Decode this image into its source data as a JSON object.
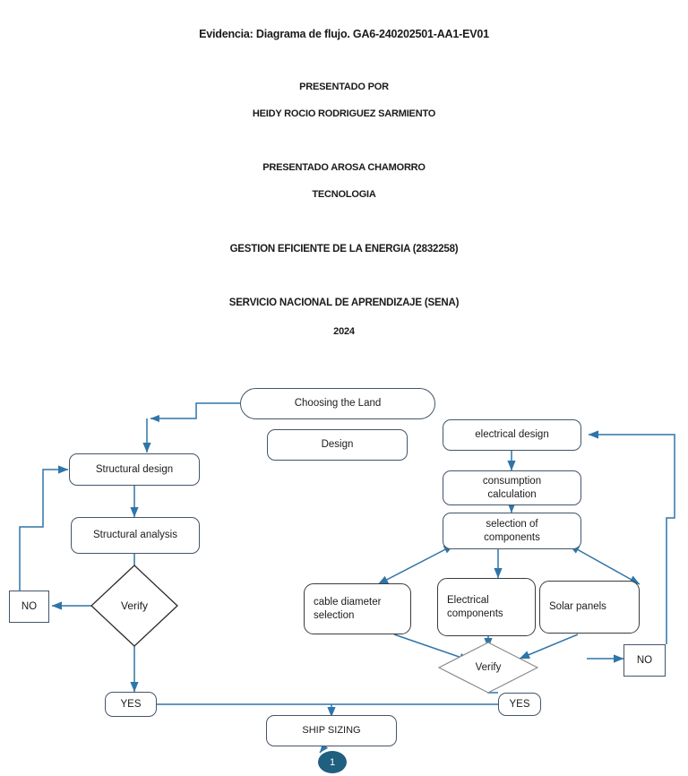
{
  "document": {
    "title": "Evidencia: Diagrama de flujo. GA6-240202501-AA1-EV01",
    "presented_by_label": "PRESENTADO POR",
    "author": "HEIDY ROCIO RODRIGUEZ SARMIENTO",
    "presented_to": "PRESENTADO AROSA CHAMORRO",
    "program": "TECNOLOGIA",
    "course": "GESTION EFICIENTE DE LA ENERGIA (2832258)",
    "institution": "SERVICIO NACIONAL DE APRENDIZAJE (SENA)",
    "year": "2024"
  },
  "colors": {
    "node_border": "#44546a",
    "node_border_dark": "#3b3b3b",
    "connector": "#2e75a8",
    "circle_fill": "#1f5f7f",
    "text": "#1b1b1b",
    "background": "#ffffff"
  },
  "flowchart": {
    "nodes": [
      {
        "id": "choosing-the-land",
        "label": "Choosing the Land",
        "shape": "pill"
      },
      {
        "id": "design",
        "label": "Design",
        "shape": "rounded"
      },
      {
        "id": "structural-design",
        "label": "Structural design",
        "shape": "rounded"
      },
      {
        "id": "structural-analysis",
        "label": "Structural analysis",
        "shape": "rounded"
      },
      {
        "id": "verify-left",
        "label": "Verify",
        "shape": "diamond"
      },
      {
        "id": "no-left",
        "label": "NO",
        "shape": "square"
      },
      {
        "id": "yes-left",
        "label": "YES",
        "shape": "rounded"
      },
      {
        "id": "electrical-design",
        "label": "electrical design",
        "shape": "rounded"
      },
      {
        "id": "consumption-calculation",
        "label": "consumption\ncalculation",
        "shape": "rounded"
      },
      {
        "id": "selection-of-components",
        "label": "selection of\ncomponents",
        "shape": "rounded"
      },
      {
        "id": "cable-diameter-selection",
        "label": "cable diameter\nselection",
        "shape": "rounded-dark"
      },
      {
        "id": "electrical-components",
        "label": "Electrical\ncomponents",
        "shape": "rounded-dark"
      },
      {
        "id": "solar-panels",
        "label": "Solar panels",
        "shape": "rounded-dark"
      },
      {
        "id": "verify-right",
        "label": "Verify",
        "shape": "diamond"
      },
      {
        "id": "no-right",
        "label": "NO",
        "shape": "square"
      },
      {
        "id": "yes-right",
        "label": "YES",
        "shape": "rounded"
      },
      {
        "id": "ship-sizing",
        "label": "SHIP SIZING",
        "shape": "rounded"
      },
      {
        "id": "connector-1",
        "label": "1",
        "shape": "circle"
      }
    ],
    "labels": {
      "choosing_the_land": "Choosing the Land",
      "design": "Design",
      "structural_design": "Structural design",
      "structural_analysis": "Structural analysis",
      "verify_left": "Verify",
      "no_left": "NO",
      "yes_left": "YES",
      "electrical_design": "electrical design",
      "consumption_calculation_line1": "consumption",
      "consumption_calculation_line2": "calculation",
      "selection_of_components_line1": "selection of",
      "selection_of_components_line2": "components",
      "cable_diameter_selection_line1": "cable diameter",
      "cable_diameter_selection_line2": "selection",
      "electrical_components_line1": "Electrical",
      "electrical_components_line2": "components",
      "solar_panels": "Solar panels",
      "verify_right": "Verify",
      "no_right": "NO",
      "yes_right": "YES",
      "ship_sizing": "SHIP SIZING",
      "connector_one": "1"
    }
  }
}
